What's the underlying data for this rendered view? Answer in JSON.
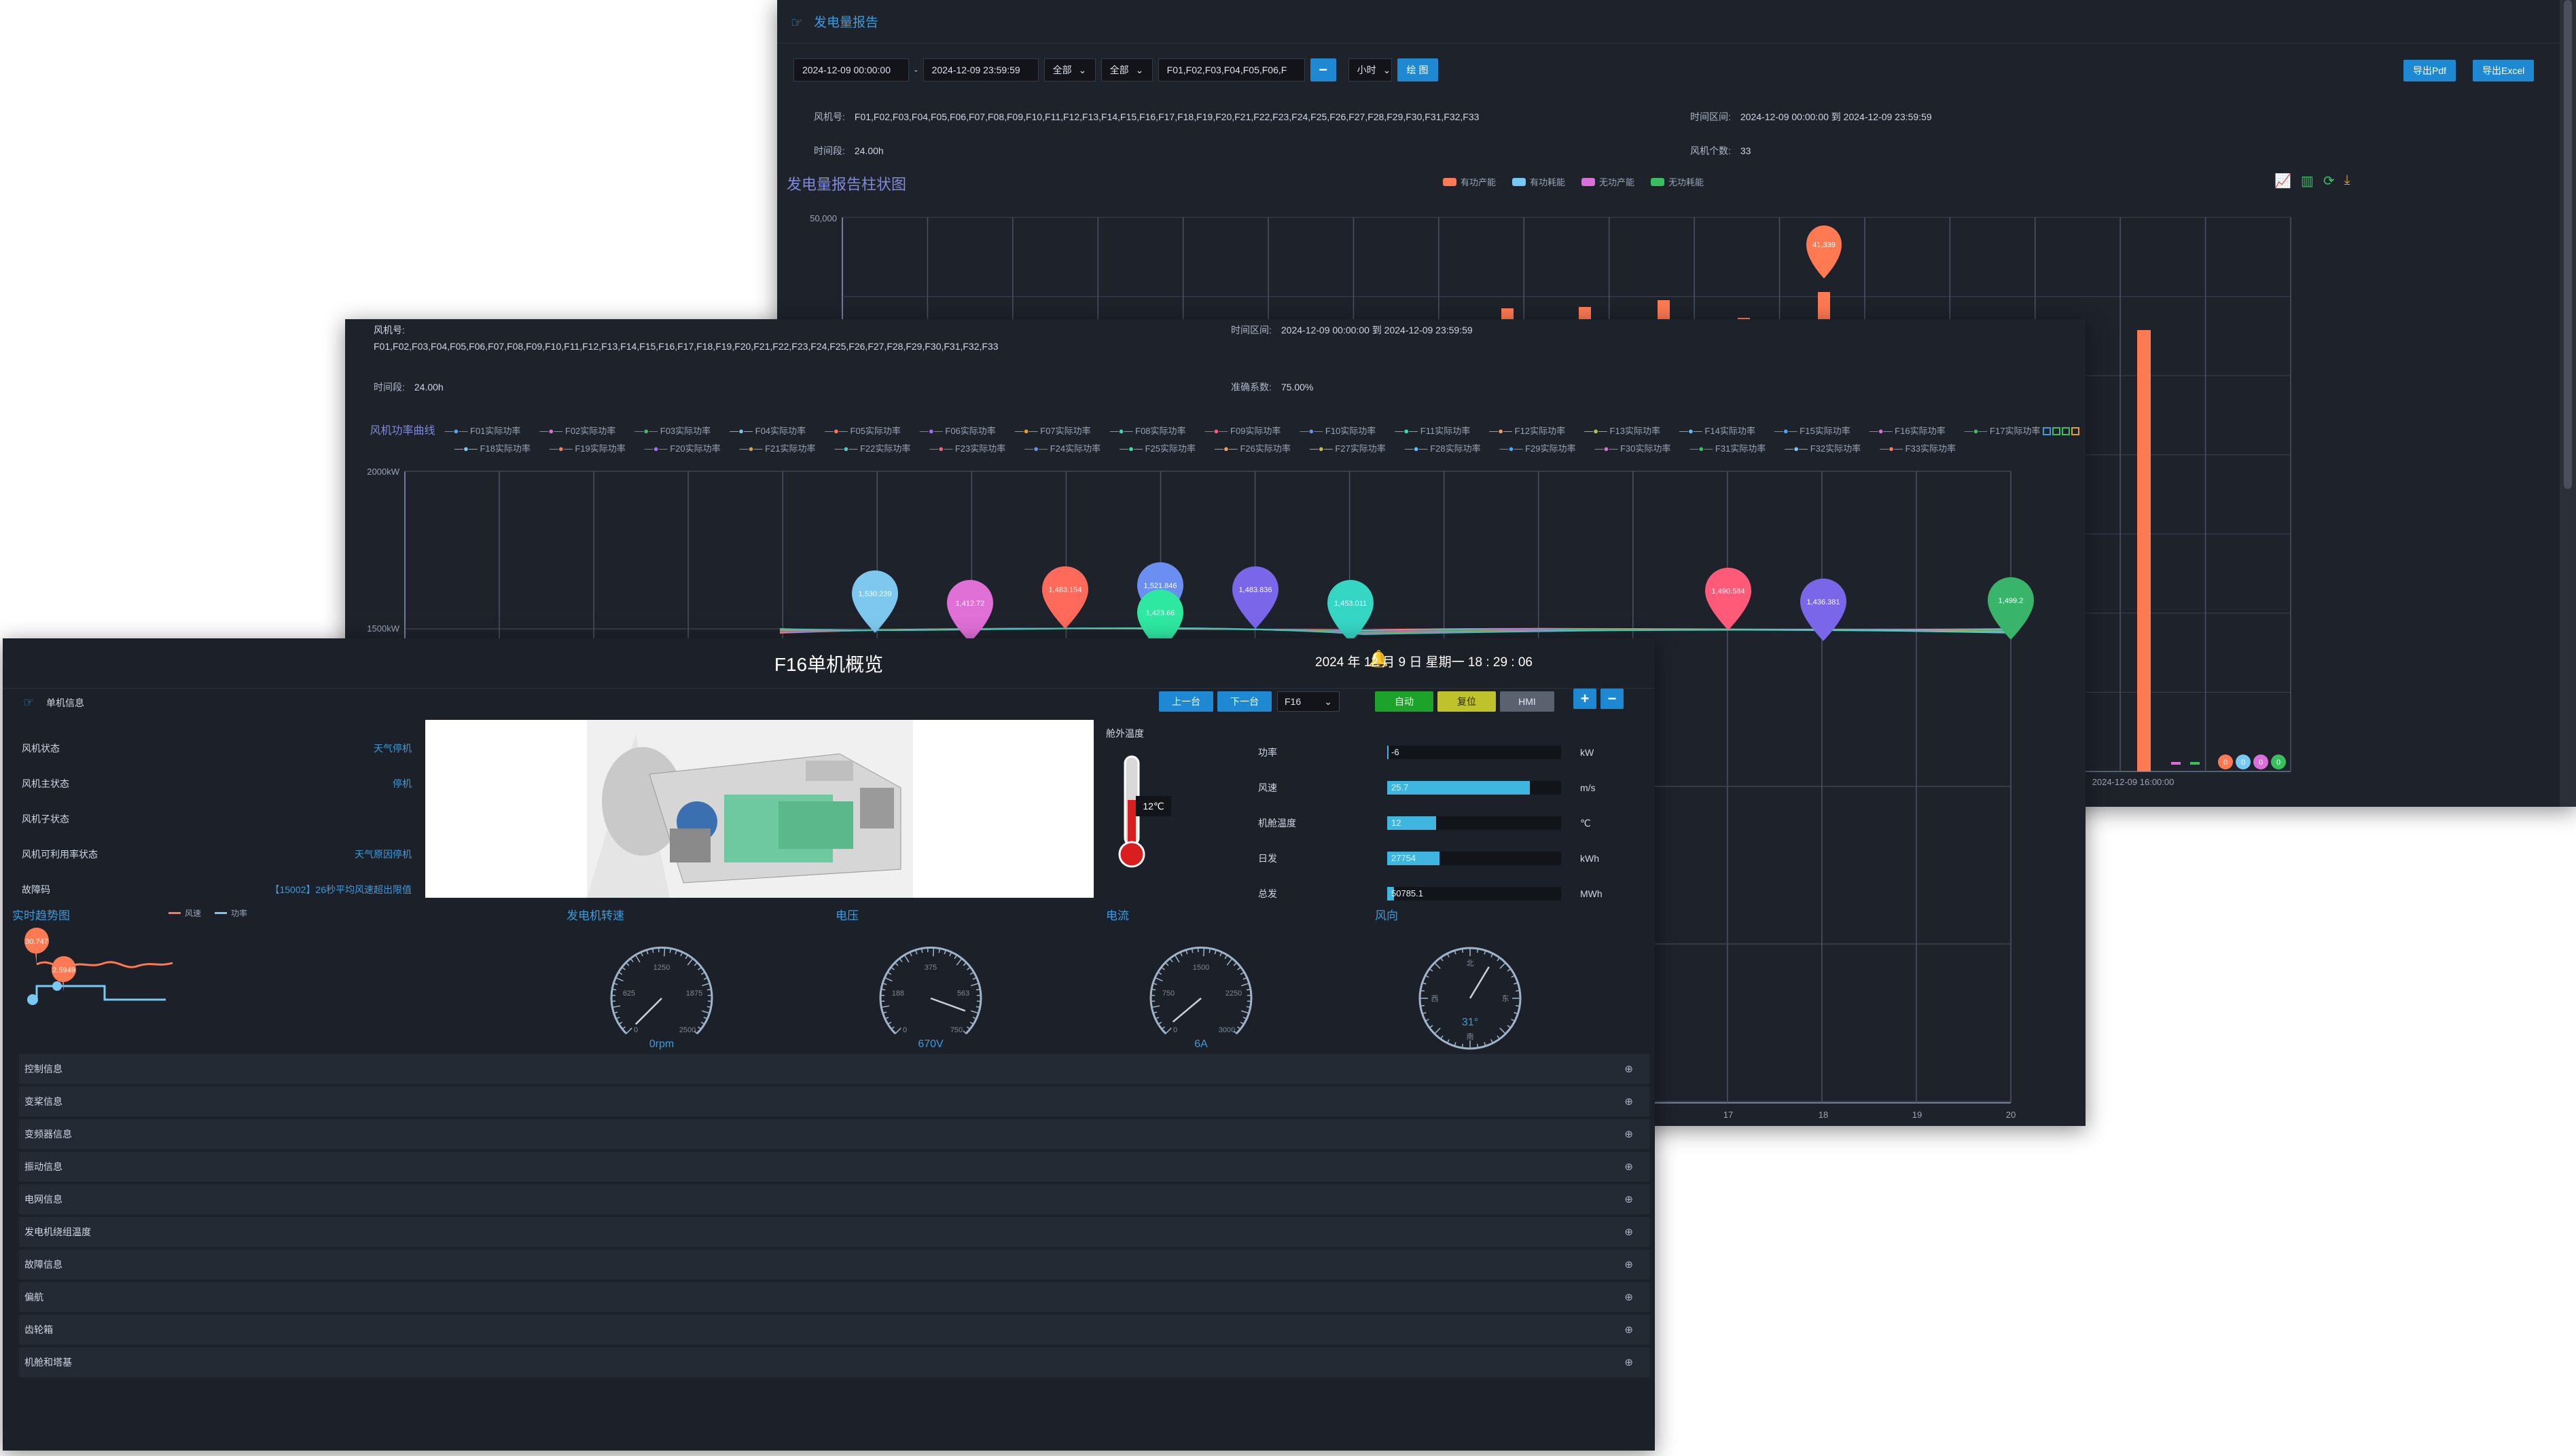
{
  "report": {
    "title": "发电量报告",
    "start_time": "2024-12-09 00:00:00",
    "sep": "-",
    "end_time": "2024-12-09 23:59:59",
    "select1": "全部",
    "select2": "全部",
    "turbines_field": "F01,F02,F03,F04,F05,F06,F",
    "minus": "−",
    "interval": "小时",
    "draw": "绘 图",
    "export_pdf": "导出Pdf",
    "export_excel": "导出Excel",
    "info_turbine_label": "风机号:",
    "info_turbine_value": "F01,F02,F03,F04,F05,F06,F07,F08,F09,F10,F11,F12,F13,F14,F15,F16,F17,F18,F19,F20,F21,F22,F23,F24,F25,F26,F27,F28,F29,F30,F31,F32,F33",
    "info_range_label": "时间区间:",
    "info_range_value": "2024-12-09 00:00:00 到 2024-12-09 23:59:59",
    "info_duration_label": "时间段:",
    "info_duration_value": "24.00h",
    "info_count_label": "风机个数:",
    "info_count_value": "33",
    "chart_title": "发电量报告柱状图",
    "legend": [
      {
        "name": "有功产能",
        "color": "#ff7a52"
      },
      {
        "name": "有功耗能",
        "color": "#77c8f2"
      },
      {
        "name": "无功产能",
        "color": "#d96fd9"
      },
      {
        "name": "无功耗能",
        "color": "#38c05f"
      }
    ],
    "ytick_top": "50,000",
    "xtick": "2024-12-09 16:00:00",
    "peak_label": "41,339",
    "bottom_markers": [
      "0",
      "0",
      "0",
      "0"
    ]
  },
  "curve": {
    "info_turbine_label": "风机号:",
    "info_turbine_value": "F01,F02,F03,F04,F05,F06,F07,F08,F09,F10,F11,F12,F13,F14,F15,F16,F17,F18,F19,F20,F21,F22,F23,F24,F25,F26,F27,F28,F29,F30,F31,F32,F33",
    "info_range_label": "时间区间:",
    "info_range_value": "2024-12-09 00:00:00 到 2024-12-09 23:59:59",
    "info_duration_label": "时间段:",
    "info_duration_value": "24.00h",
    "info_acc_label": "准确系数:",
    "info_acc_value": "75.00%",
    "legend_prefix": "风机功率曲线",
    "legend_items": [
      "F01实际功率",
      "F02实际功率",
      "F03实际功率",
      "F04实际功率",
      "F05实际功率",
      "F06实际功率",
      "F07实际功率",
      "F08实际功率",
      "F09实际功率",
      "F10实际功率",
      "F11实际功率",
      "F12实际功率",
      "F13实际功率",
      "F14实际功率",
      "F15实际功率",
      "F16实际功率",
      "F17实际功率",
      "F18实际功率",
      "F19实际功率",
      "F20实际功率",
      "F21实际功率",
      "F22实际功率",
      "F23实际功率",
      "F24实际功率",
      "F25实际功率",
      "F26实际功率",
      "F27实际功率",
      "F28实际功率",
      "F29实际功率",
      "F30实际功率",
      "F31实际功率",
      "F32实际功率",
      "F33实际功率"
    ],
    "ytick_top": "2000kW",
    "ytick_mid": "1500kW",
    "xticks": [
      "17",
      "18",
      "19",
      "20"
    ],
    "pins": [
      {
        "label": "1,530.239",
        "color": "#7ec8f0"
      },
      {
        "label": "1,412.72",
        "color": "#e06fd6"
      },
      {
        "label": "1,483.154",
        "color": "#ff6a5a"
      },
      {
        "label": "1,521.846",
        "color": "#6a8ff0"
      },
      {
        "label": "1,423.66",
        "color": "#2ee8a0"
      },
      {
        "label": "1,483.836",
        "color": "#7a66e8"
      },
      {
        "label": "1,453.011",
        "color": "#35d6c4"
      },
      {
        "label": "1,490.584",
        "color": "#ff5a78"
      },
      {
        "label": "1,436.381",
        "color": "#7a66e8"
      },
      {
        "label": "1,499.2",
        "color": "#38b56a"
      }
    ]
  },
  "unit": {
    "title": "F16单机概览",
    "datetime": "2024 年 12 月 9 日 星期一 18 : 29 : 06",
    "section_info": "单机信息",
    "status_rows": [
      {
        "label": "风机状态",
        "value": "天气停机"
      },
      {
        "label": "风机主状态",
        "value": "停机"
      },
      {
        "label": "风机子状态",
        "value": ""
      },
      {
        "label": "风机可利用率状态",
        "value": "天气原因停机"
      },
      {
        "label": "故障码",
        "value": "【15002】26秒平均风速超出限值"
      }
    ],
    "prev": "上一台",
    "next": "下一台",
    "select_unit": "F16",
    "mode_auto": "自动",
    "mode_reset": "复位",
    "mode_hmi": "HMI",
    "plus": "+",
    "minus": "−",
    "cabin_temp_label": "舱外温度",
    "cabin_temp_value": "12℃",
    "metrics": [
      {
        "label": "功率",
        "value": "-6",
        "unit": "kW",
        "fraction": 0.0
      },
      {
        "label": "风速",
        "value": "25.7",
        "unit": "m/s",
        "fraction": 0.82
      },
      {
        "label": "机舱温度",
        "value": "12",
        "unit": "℃",
        "fraction": 0.28
      },
      {
        "label": "日发",
        "value": "27754",
        "unit": "kWh",
        "fraction": 0.3
      },
      {
        "label": "总发",
        "value": "50785.1",
        "unit": "MWh",
        "fraction": 0.04
      }
    ],
    "trend_title": "实时趋势图",
    "trend_legend": [
      "风速",
      "功率"
    ],
    "trend_pins": [
      "30.747",
      "2.5949"
    ],
    "gauges": [
      {
        "title": "发电机转速",
        "ticks": [
          "1250",
          "625",
          "1875",
          "0",
          "2500"
        ],
        "value": "0rpm"
      },
      {
        "title": "电压",
        "ticks": [
          "375",
          "188",
          "563",
          "0",
          "750"
        ],
        "value": "670V"
      },
      {
        "title": "电流",
        "ticks": [
          "1500",
          "750",
          "2250",
          "0",
          "3000"
        ],
        "value": "6A"
      },
      {
        "title": "风向",
        "ticks": [
          "北",
          "西",
          "东",
          "南"
        ],
        "value": "31°"
      }
    ],
    "accordions": [
      "控制信息",
      "变桨信息",
      "变频器信息",
      "振动信息",
      "电网信息",
      "发电机绕组温度",
      "故障信息",
      "偏航",
      "齿轮箱",
      "机舱和塔基"
    ],
    "acc_toggle": "⊕"
  }
}
